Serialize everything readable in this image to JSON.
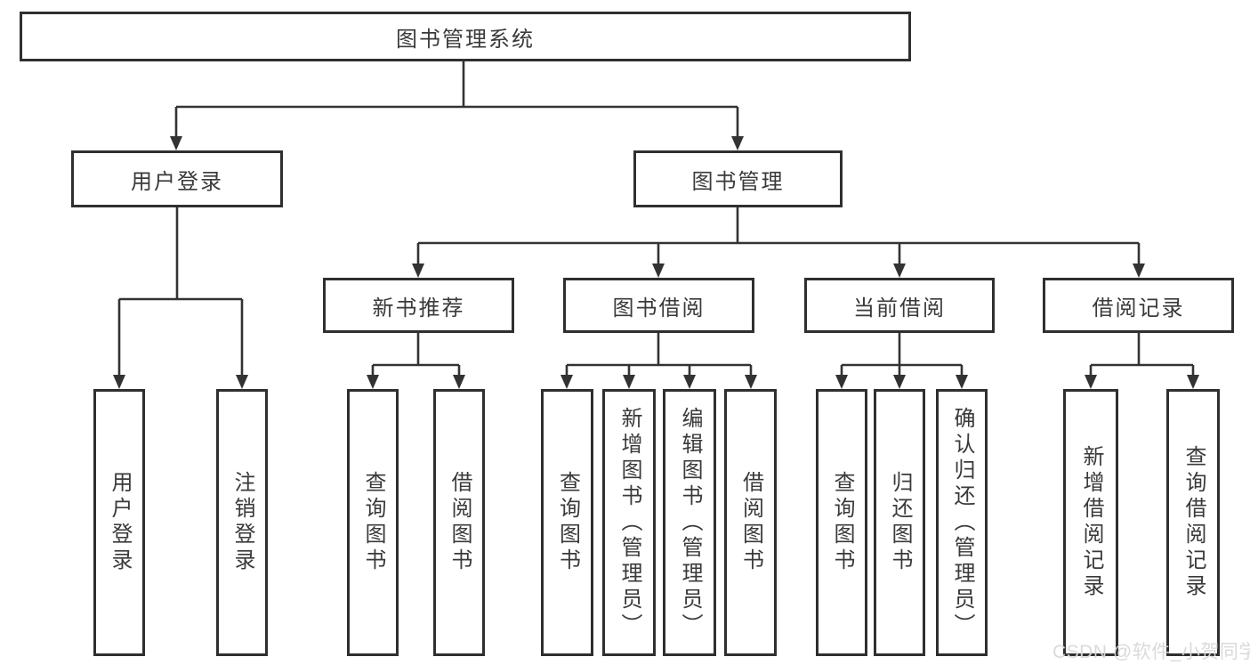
{
  "colors": {
    "border": "#2f2f2f",
    "line": "#333333",
    "text": "#3a3a3a",
    "background": "#ffffff",
    "watermark": "#d9d9d9"
  },
  "diagram": {
    "type": "tree",
    "root": {
      "label": "图书管理系统",
      "children": [
        {
          "label": "用户登录",
          "children": [
            {
              "label": "用户登录"
            },
            {
              "label": "注销登录"
            }
          ]
        },
        {
          "label": "图书管理",
          "children": [
            {
              "label": "新书推荐",
              "children": [
                {
                  "label": "查询图书"
                },
                {
                  "label": "借阅图书"
                }
              ]
            },
            {
              "label": "图书借阅",
              "children": [
                {
                  "label": "查询图书"
                },
                {
                  "label": "新增图书（管理员）"
                },
                {
                  "label": "编辑图书（管理员）"
                },
                {
                  "label": "借阅图书"
                }
              ]
            },
            {
              "label": "当前借阅",
              "children": [
                {
                  "label": "查询图书"
                },
                {
                  "label": "归还图书"
                },
                {
                  "label": "确认归还（管理员）"
                }
              ]
            },
            {
              "label": "借阅记录",
              "children": [
                {
                  "label": "新增借阅记录"
                },
                {
                  "label": "查询借阅记录"
                }
              ]
            }
          ]
        }
      ]
    }
  },
  "watermark": {
    "text": "CSDN @软件_小贺同学"
  }
}
